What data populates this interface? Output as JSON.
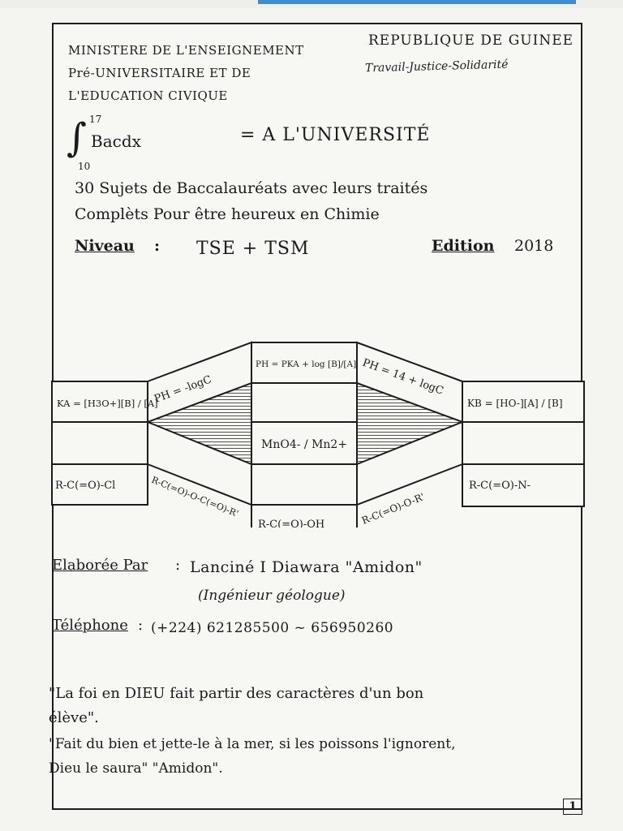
{
  "header": {
    "ministry_lines": [
      "MINISTERE DE L'ENSEIGNEMENT",
      "Pré-UNIVERSITAIRE ET DE",
      "L'EDUCATION CIVIQUE"
    ],
    "republic": "REPUBLIQUE DE GUINEE",
    "motto": "Travail-Justice-Solidarité"
  },
  "formula": {
    "integral_upper": "17",
    "integral_lower": "10",
    "integrand": "Bacdx",
    "equals_text": "= A L'UNIVERSITÉ"
  },
  "subtitle_lines": [
    "30 Sujets de Baccalauréats avec leurs traités",
    "Complèts Pour être heureux en Chimie"
  ],
  "level": {
    "label": "Niveau",
    "colon": ":",
    "value": "TSE + TSM",
    "edition_label": "Edition",
    "edition_year": "2018"
  },
  "diagram_labels": {
    "ka": "KA = [H3O+][B] / [A]",
    "ph_log": "PH = -logC",
    "ph_pka": "PH = PKA + log [B]/[A]",
    "ph_14": "PH = 14 + logC",
    "kb": "KB = [HO-][A] / [B]",
    "mno4": "MnO4- / Mn2+",
    "acyl_chloride": "R-C(=O)-Cl",
    "anhydride": "R-C(=O)-O-C(=O)-R'",
    "acid": "R-C(=O)-OH",
    "ester": "R-C(=O)-O-R'",
    "amide": "R-C(=O)-N-"
  },
  "author": {
    "label": "Elaborée Par",
    "colon": ":",
    "name": "Lanciné I Diawara \"Amidon\"",
    "title": "(Ingénieur géologue)",
    "phone_label": "Téléphone",
    "phone_colon": ":",
    "phone_value": "(+224) 621285500 ~ 656950260"
  },
  "quotes": {
    "q1_line1": "\"La foi en DIEU fait partir des caractères d'un bon",
    "q1_line2": "élève\".",
    "q2_line1": "\"Fait du bien et jette-le à la mer, si les poissons l'ignorent,",
    "q2_line2": "Dieu le saura\" \"Amidon\"."
  },
  "page_number": "1"
}
